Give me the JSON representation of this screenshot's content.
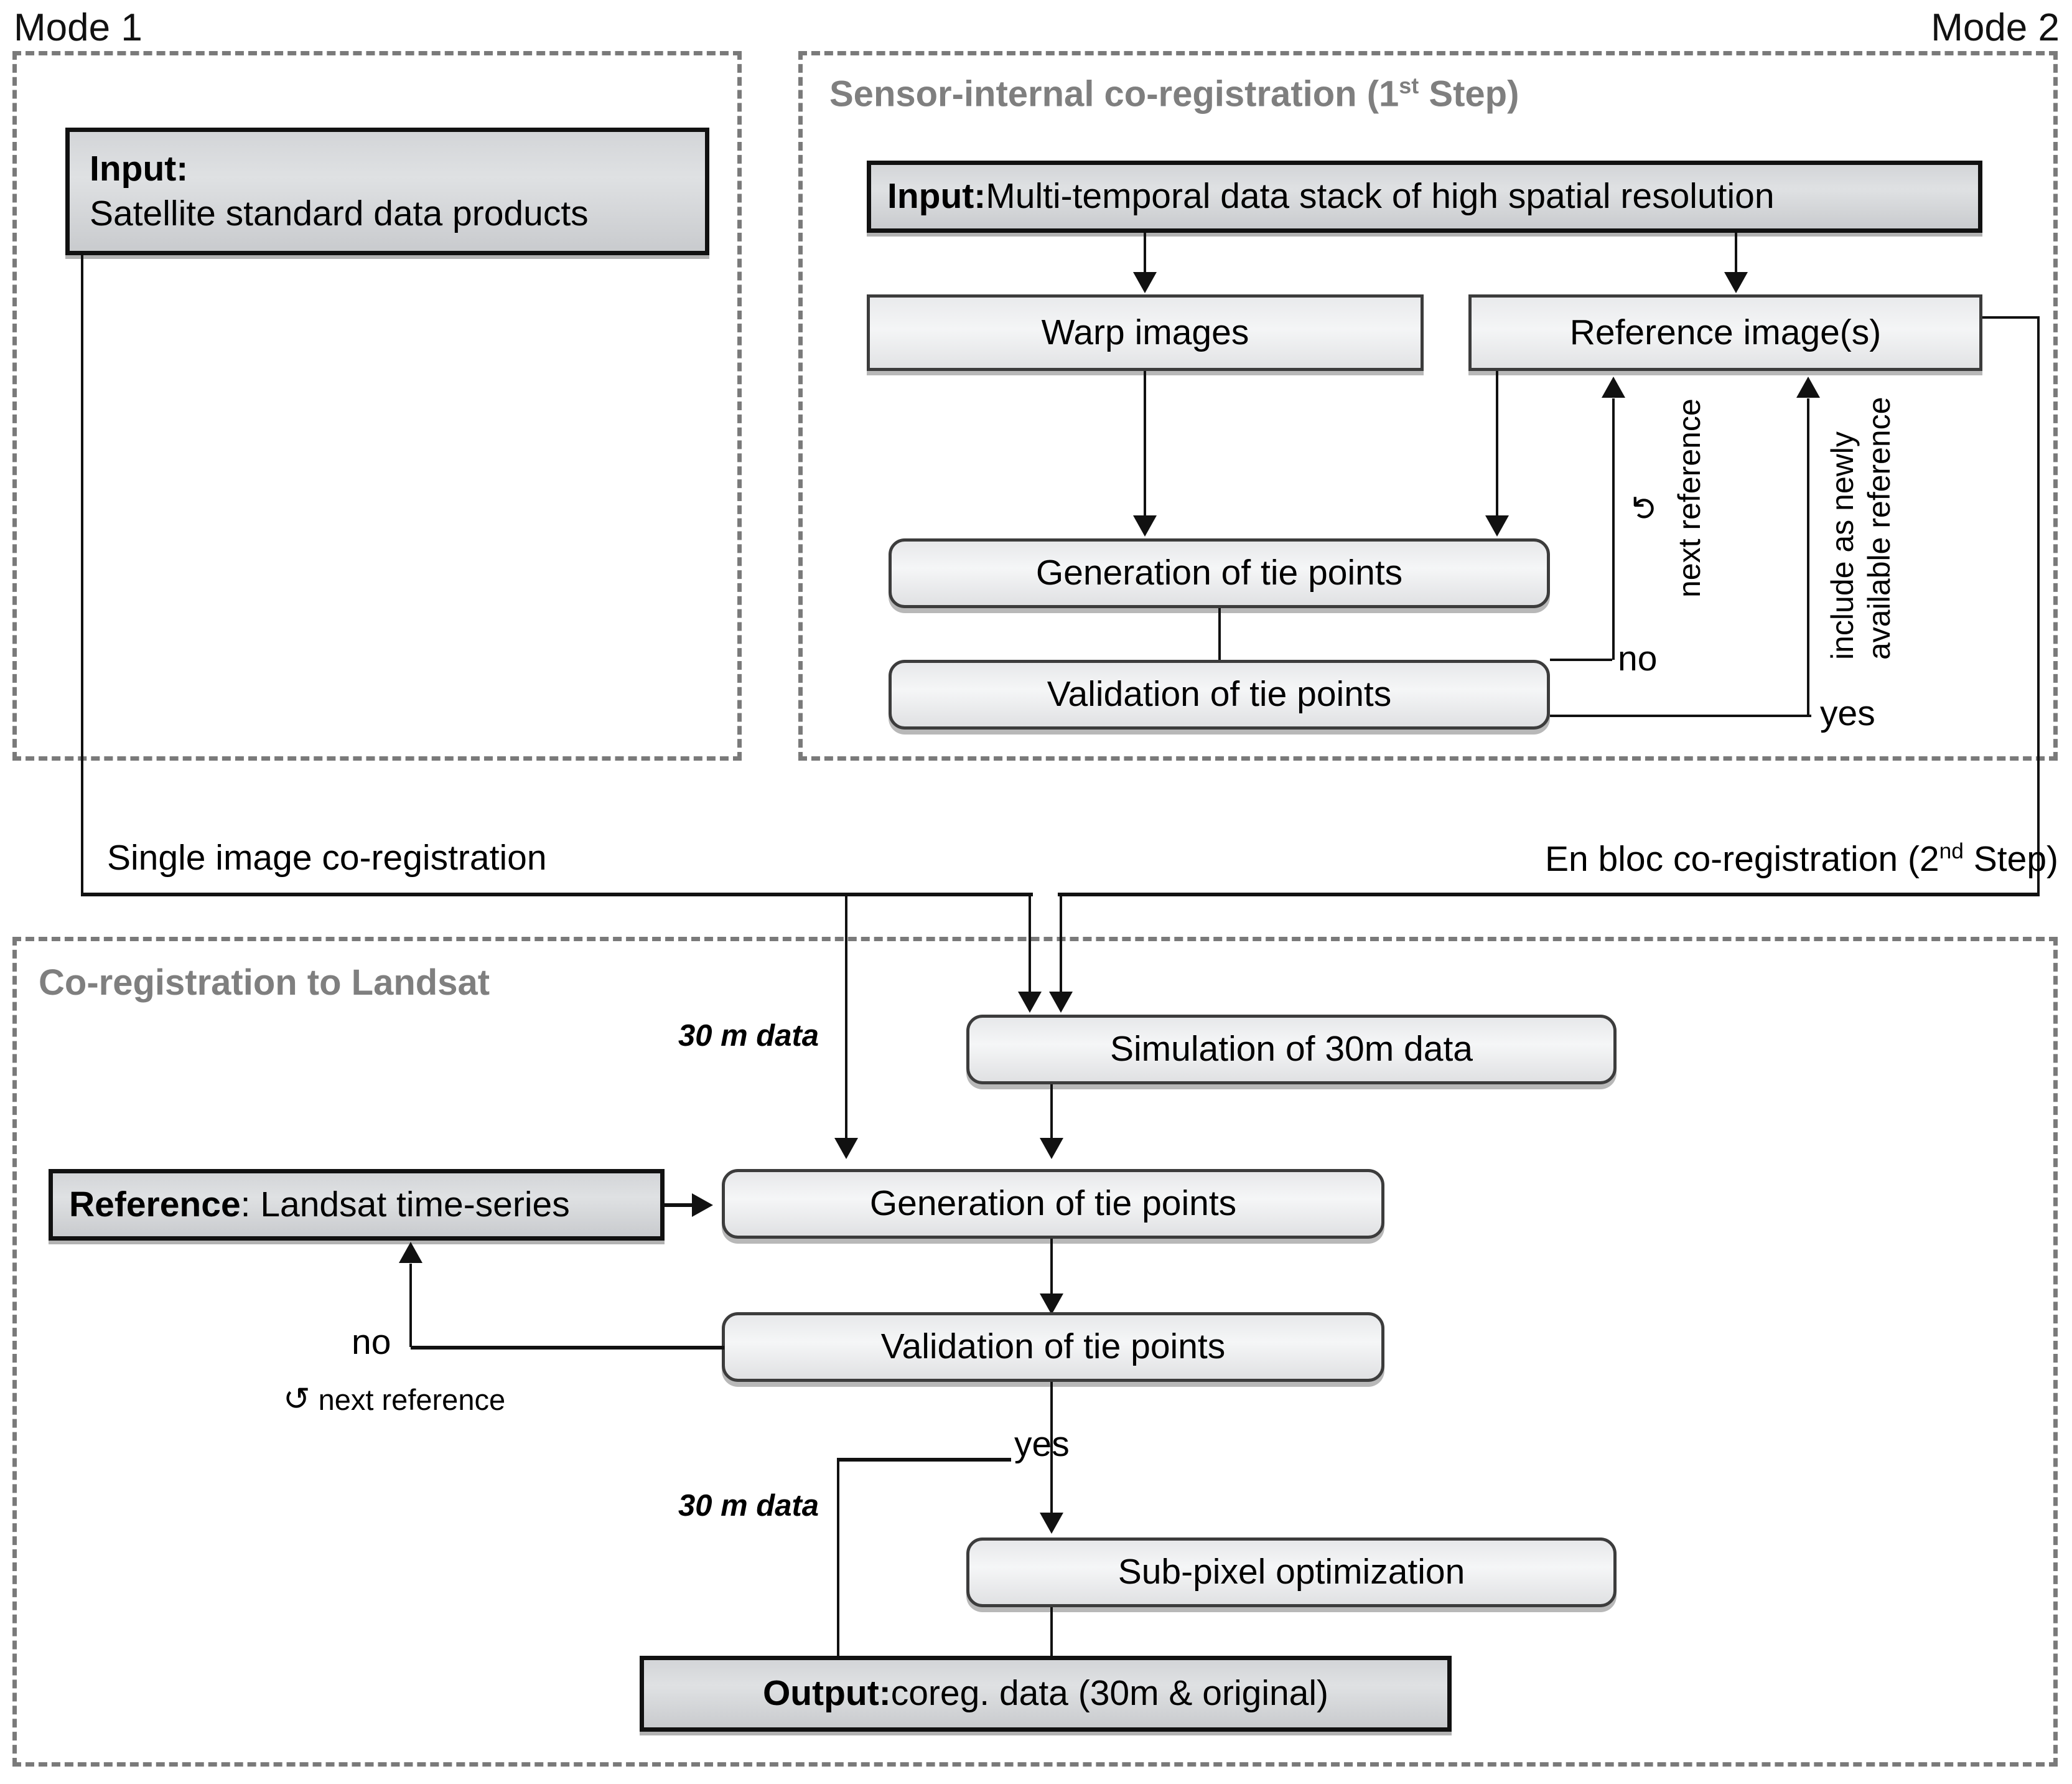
{
  "diagram": {
    "title": "Co-registration workflow",
    "modes": {
      "mode1_caption": "Mode 1",
      "mode2_caption": "Mode 2"
    },
    "sections": {
      "sensor_internal": "Sensor-internal co-registration (1",
      "sensor_internal_sup": "st",
      "sensor_internal_tail": " Step)",
      "landsat": "Co-registration to Landsat"
    },
    "nodes": {
      "input_mode1_label": "Input:",
      "input_mode1_text": "Satellite standard data products",
      "input_mode2_label": "Input:",
      "input_mode2_text": " Multi-temporal data stack of high spatial resolution",
      "warp_images": "Warp images",
      "reference_images": "Reference image(s)",
      "generation_tie_points_top": "Generation of tie points",
      "validation_tie_points_top": "Validation of tie points",
      "simulation_30m": "Simulation of 30m data",
      "reference_landsat_label": "Reference",
      "reference_landsat_text": ": Landsat time-series",
      "generation_tie_points_bottom": "Generation of tie points",
      "validation_tie_points_bottom": "Validation of tie points",
      "sub_pixel_optimization": "Sub-pixel optimization",
      "output_label": "Output:",
      "output_text": " coreg. data (30m & original)"
    },
    "edge_labels": {
      "no_top": "no",
      "yes_top": "yes",
      "next_reference_top": "next reference",
      "include_newly_1": "include as newly",
      "include_newly_2": "available reference",
      "recycle_glyph": "↺",
      "single_image_coreg": "Single image co-registration",
      "en_bloc_coreg": "En bloc co-registration (2",
      "en_bloc_coreg_sup": "nd",
      "en_bloc_coreg_tail": " Step)",
      "data_30m_a": "30 m data",
      "data_30m_b": "30 m data",
      "no_bottom": "no",
      "next_reference_bottom": "next reference",
      "yes_bottom": "yes"
    },
    "colors": {
      "frame_dashed": "#7a7a7a",
      "section_title": "#7f7f7f",
      "io_border": "#111111",
      "process_border": "#3c3c3c",
      "line": "#111111"
    }
  }
}
